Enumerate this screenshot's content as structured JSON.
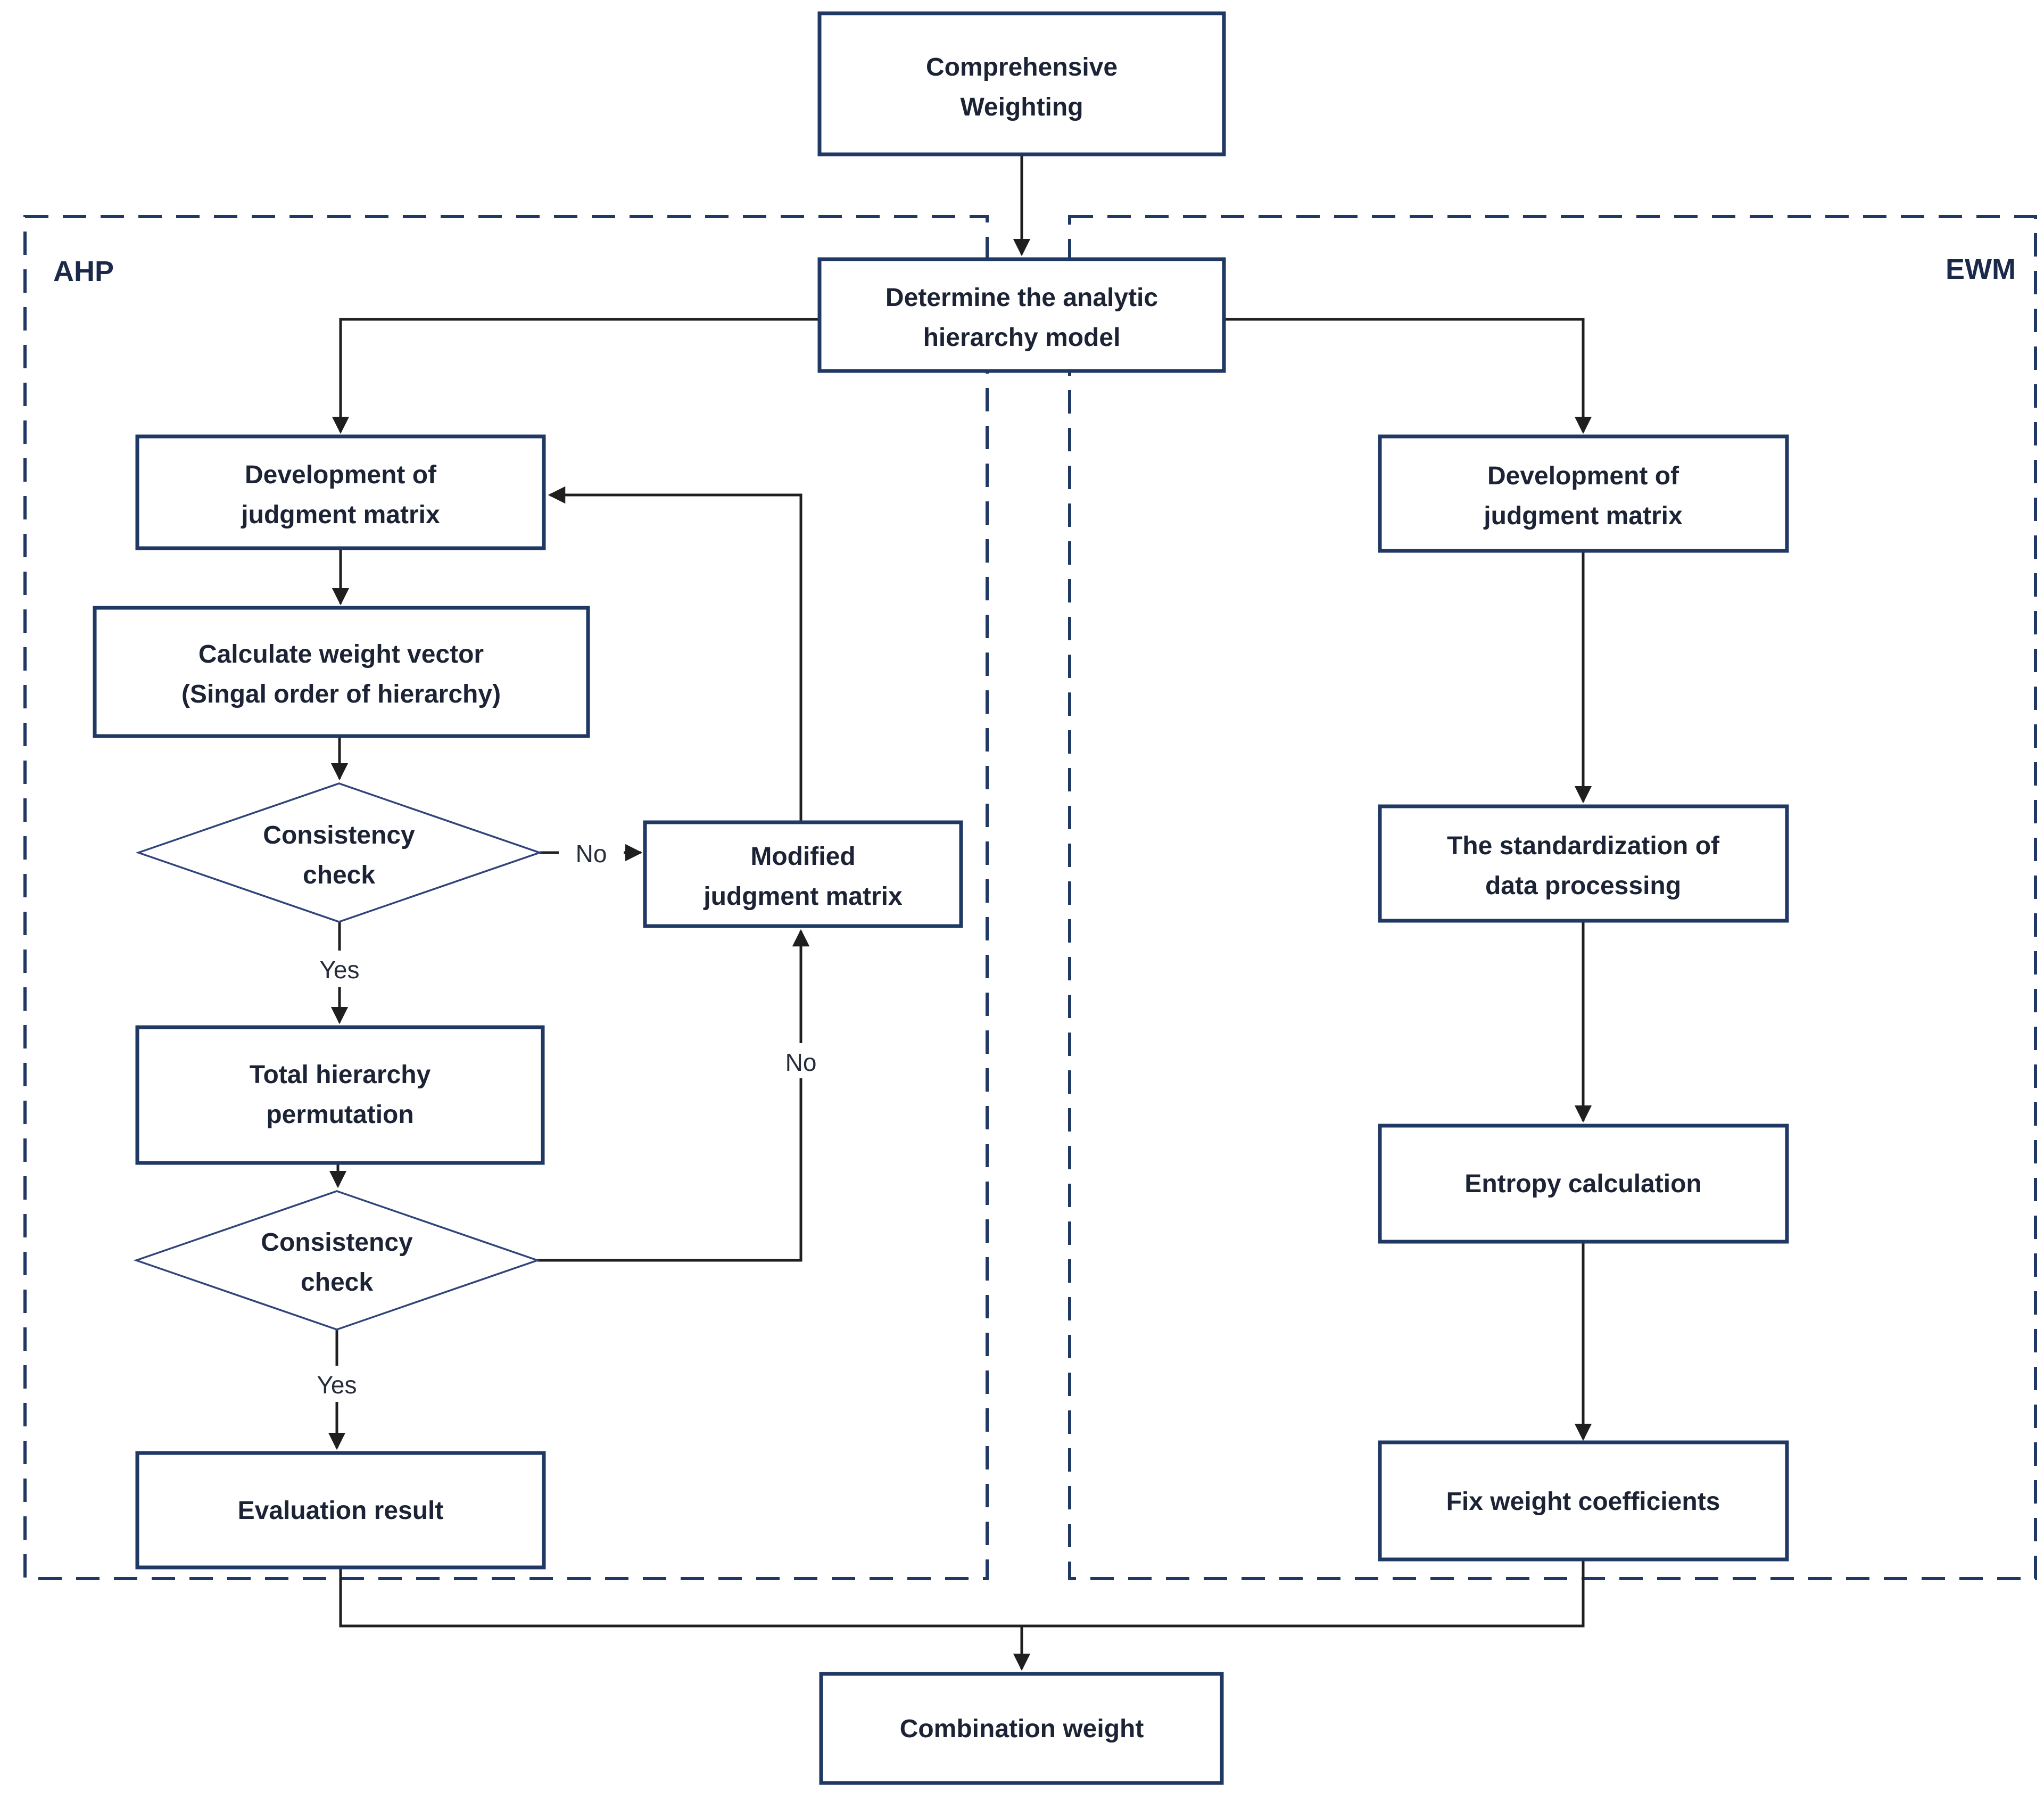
{
  "regions": {
    "ahp": "AHP",
    "ewm": "EWM"
  },
  "nodes": {
    "comprehensive": {
      "lines": [
        "Comprehensive",
        "Weighting"
      ]
    },
    "determine": {
      "lines": [
        "Determine the analytic",
        "hierarchy model"
      ]
    },
    "ahp_development": {
      "lines": [
        "Development of",
        "judgment matrix"
      ]
    },
    "calculate": {
      "lines": [
        "Calculate weight vector",
        "(Singal order of hierarchy)"
      ]
    },
    "consistency1": {
      "lines": [
        "Consistency",
        "check"
      ]
    },
    "modified": {
      "lines": [
        "Modified",
        "judgment matrix"
      ]
    },
    "total": {
      "lines": [
        "Total hierarchy",
        "permutation"
      ]
    },
    "consistency2": {
      "lines": [
        "Consistency",
        "check"
      ]
    },
    "evaluation": {
      "lines": [
        "Evaluation result"
      ]
    },
    "ewm_development": {
      "lines": [
        "Development of",
        "judgment matrix"
      ]
    },
    "standardization": {
      "lines": [
        "The standardization of",
        "data processing"
      ]
    },
    "entropy": {
      "lines": [
        "Entropy calculation"
      ]
    },
    "fix_weight": {
      "lines": [
        "Fix weight coefficients"
      ]
    },
    "combination": {
      "lines": [
        "Combination weight"
      ]
    }
  },
  "edge_labels": {
    "consistency1_no": "No",
    "consistency1_yes": "Yes",
    "consistency2_no": "No",
    "consistency2_yes": "Yes"
  },
  "colors": {
    "box_border": "#1f3864",
    "diamond_border": "#32457b",
    "flow_line": "#1f1f1f",
    "text": "#1c2335",
    "background": "#ffffff"
  }
}
